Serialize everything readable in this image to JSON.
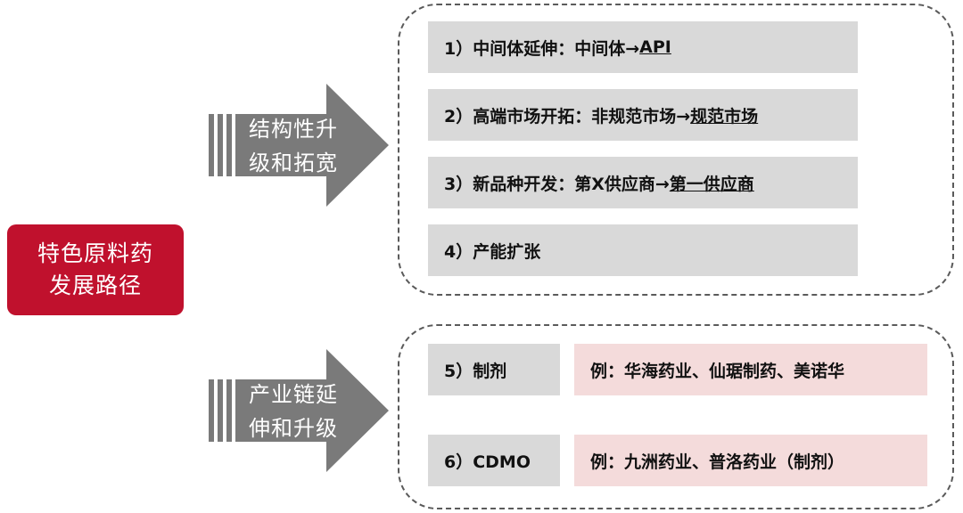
{
  "root": {
    "line1": "特色原料药",
    "line2": "发展路径"
  },
  "branches": [
    {
      "label_line1": "结构性升",
      "label_line2": "级和拓宽",
      "items": [
        {
          "prefix": "1）中间体延伸：中间体→",
          "highlight": "API"
        },
        {
          "prefix": "2）高端市场开拓：非规范市场→",
          "highlight": "规范市场"
        },
        {
          "prefix": "3）新品种开发：第X供应商→",
          "highlight": "第一供应商"
        },
        {
          "prefix": "4）产能扩张",
          "highlight": ""
        }
      ]
    },
    {
      "label_line1": "产业链延",
      "label_line2": "伸和升级",
      "items": [
        {
          "label": "5）制剂",
          "example": "例：华海药业、仙琚制药、美诺华"
        },
        {
          "label": "6）CDMO",
          "example": "例：九洲药业、普洛药业（制剂）"
        }
      ]
    }
  ],
  "colors": {
    "root": "#c0112d",
    "arrow": "#7a7a7a",
    "item": "#d9d9d9",
    "example": "#f4dbdb"
  }
}
